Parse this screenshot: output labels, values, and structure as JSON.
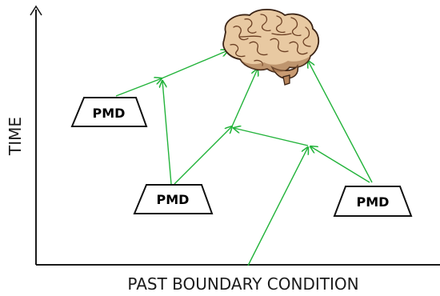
{
  "axes": {
    "x_label": "PAST BOUNDARY CONDITION",
    "y_label": "TIME"
  },
  "pmd_boxes": [
    {
      "label": "PMD"
    },
    {
      "label": "PMD"
    },
    {
      "label": "PMD"
    }
  ],
  "icons": {
    "brain": "brain-icon"
  },
  "colors": {
    "arrow": "#22b33a",
    "axis": "#1a1a1a",
    "brain_fill": "#e8c9a2",
    "brain_shade": "#7a4a2c"
  }
}
